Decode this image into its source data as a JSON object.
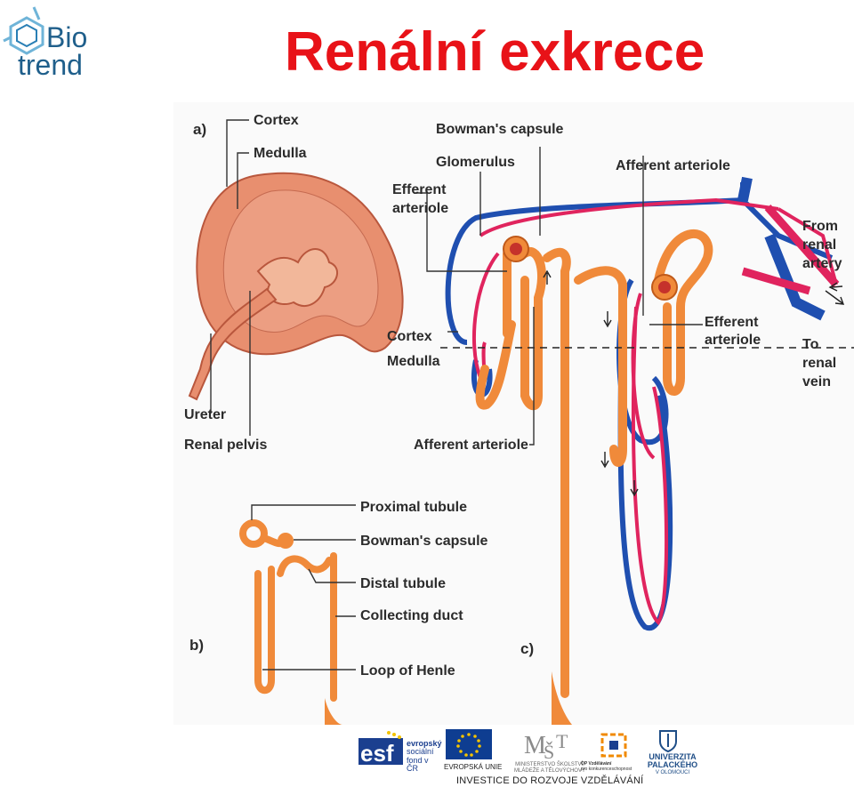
{
  "logo": {
    "line1": "Bio",
    "line2": "trend"
  },
  "page_title": "Renální exkrece",
  "figure": {
    "panel_a": {
      "letter": "a)",
      "labels": {
        "cortex": "Cortex",
        "medulla": "Medulla",
        "ureter": "Ureter",
        "renal_pelvis": "Renal pelvis"
      }
    },
    "panel_b": {
      "letter": "b)",
      "labels": {
        "proximal_tubule": "Proximal tubule",
        "bowmans_capsule": "Bowman's capsule",
        "distal_tubule": "Distal tubule",
        "collecting_duct": "Collecting duct",
        "loop_of_henle": "Loop of Henle"
      }
    },
    "panel_c": {
      "letter": "c)",
      "labels": {
        "bowmans_capsule": "Bowman's capsule",
        "glomerulus": "Glomerulus",
        "efferent_arteriole_left_1": "Efferent",
        "efferent_arteriole_left_2": "arteriole",
        "afferent_arteriole_top": "Afferent arteriole",
        "from_renal_artery_1": "From",
        "from_renal_artery_2": "renal",
        "from_renal_artery_3": "artery",
        "efferent_arteriole_right_1": "Efferent",
        "efferent_arteriole_right_2": "arteriole",
        "to_renal_vein_1": "To",
        "to_renal_vein_2": "renal",
        "to_renal_vein_3": "vein",
        "cortex": "Cortex",
        "medulla": "Medulla",
        "afferent_arteriole_bottom": "Afferent arteriole"
      }
    },
    "colors": {
      "tubule": "#f08a3a",
      "artery": "#e0245e",
      "vein": "#1f4fb0",
      "kidney": "#e88f6f",
      "label_line": "#333333"
    }
  },
  "footer": {
    "esf_word": "esf",
    "esf_caption_1": "evropský",
    "esf_caption_2": "sociální",
    "esf_caption_3": "fond v ČR",
    "eu_caption": "EVROPSKÁ UNIE",
    "msmt_caption_1": "MINISTERSTVO ŠKOLSTVÍ,",
    "msmt_caption_2": "MLÁDEŽE A TĚLOVÝCHOVY",
    "op_caption_1": "OP Vzdělávání",
    "op_caption_2": "pro konkurenceschopnost",
    "up_caption_1": "UNIVERZITA",
    "up_caption_2": "PALACKÉHO",
    "up_caption_3": "V OLOMOUCI",
    "investice": "INVESTICE DO ROZVOJE VZDĚLÁVÁNÍ"
  }
}
